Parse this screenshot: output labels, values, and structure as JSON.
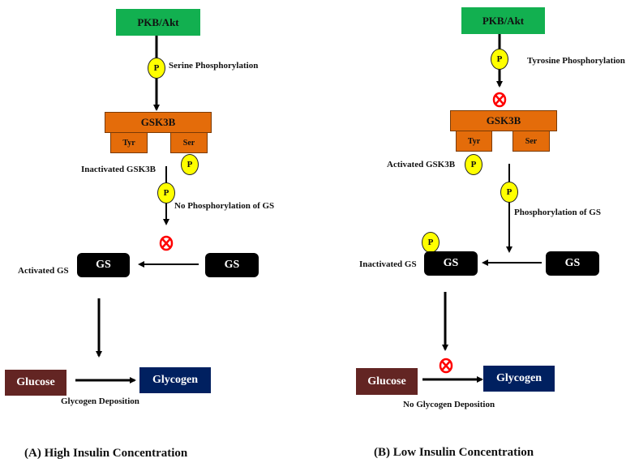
{
  "panel_a": {
    "caption": "(A) High Insulin Concentration",
    "pkb": "PKB/Akt",
    "p_label": "P",
    "phosphorylation_label": "Serine Phosphorylation",
    "gsk3b": "GSK3B",
    "tyr": "Tyr",
    "ser": "Ser",
    "gsk3b_state": "Inactivated GSK3B",
    "gs_phosphorylation_label": "No Phosphorylation of GS",
    "gs_state": "Activated GS",
    "gs_target": "GS",
    "gs_source": "GS",
    "glucose": "Glucose",
    "glycogen": "Glycogen",
    "deposition_label": "Glycogen Deposition"
  },
  "panel_b": {
    "caption": "(B) Low Insulin Concentration",
    "pkb": "PKB/Akt",
    "p_label": "P",
    "phosphorylation_label": "Tyrosine Phosphorylation",
    "gsk3b": "GSK3B",
    "tyr": "Tyr",
    "ser": "Ser",
    "gsk3b_state": "Activated GSK3B",
    "gs_phosphorylation_label": "Phosphorylation of GS",
    "gs_state": "Inactivated GS",
    "gs_target": "GS",
    "gs_source": "GS",
    "glucose": "Glucose",
    "glycogen": "Glycogen",
    "deposition_label": "No Glycogen Deposition"
  },
  "colors": {
    "pkb": "#12b050",
    "gsk3b": "#e46c0a",
    "phosphate": "#ffff00",
    "gs": "#000000",
    "glucose": "#632523",
    "glycogen": "#002060",
    "inhibition": "#ff0000"
  }
}
